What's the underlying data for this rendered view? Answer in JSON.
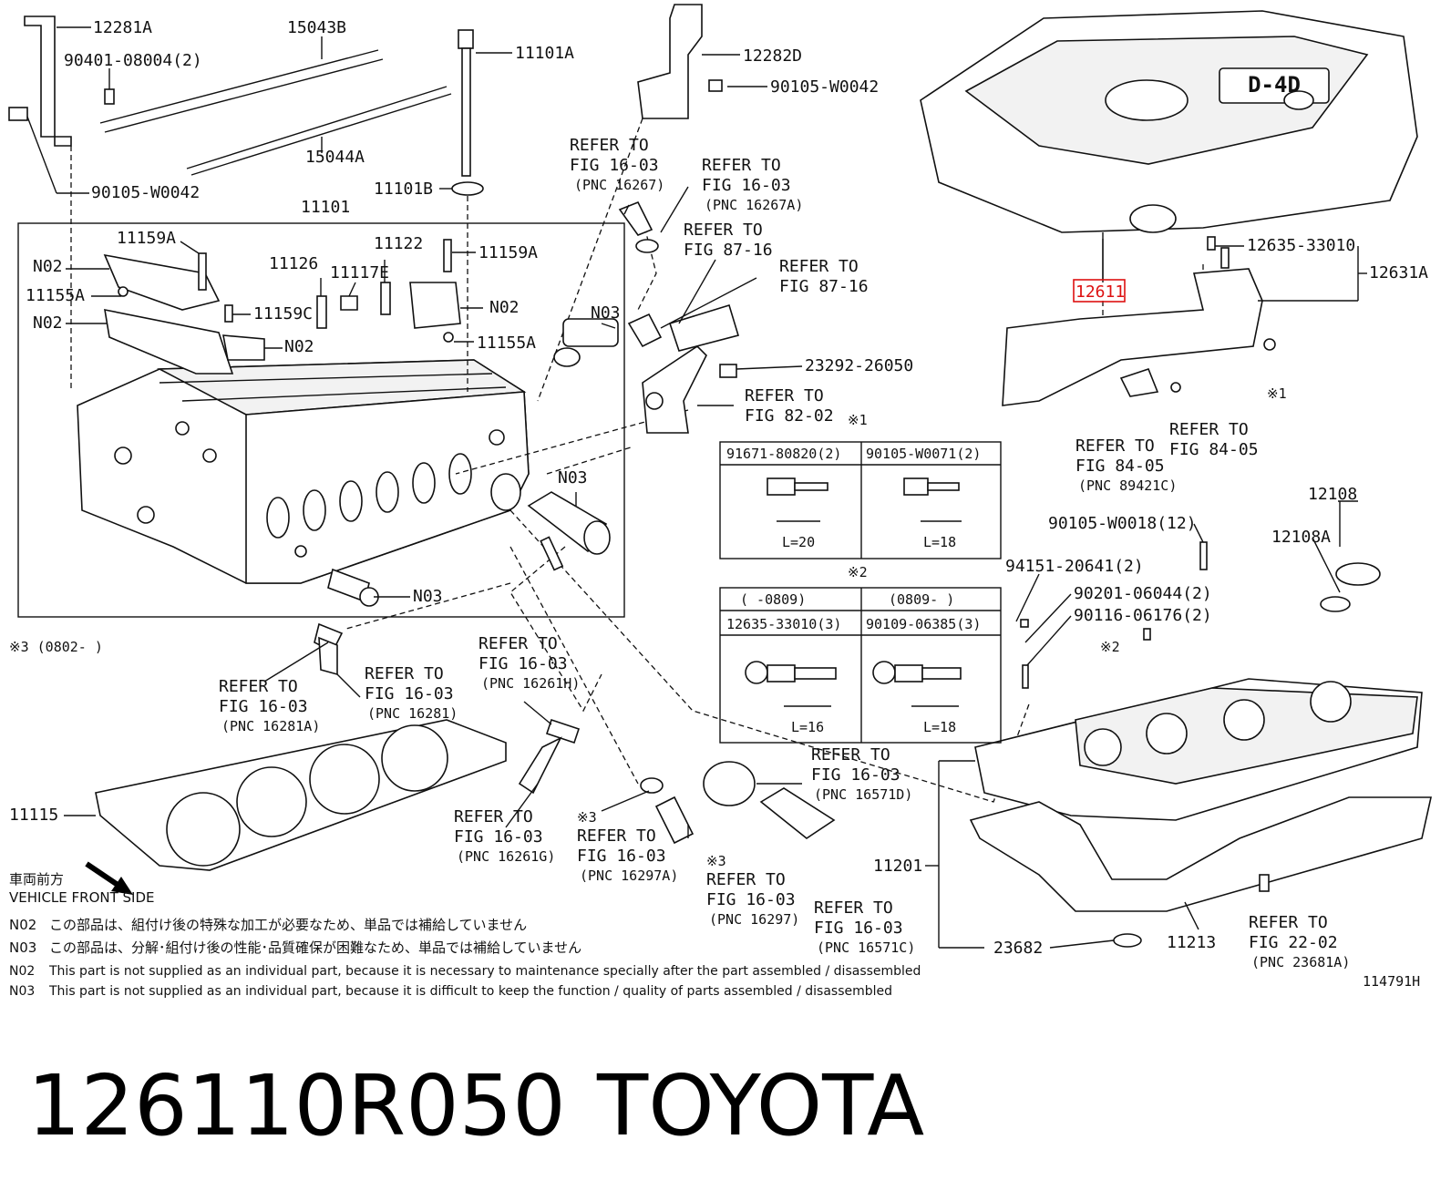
{
  "parts": {
    "p12281A": "12281A",
    "p15043B": "15043B",
    "p90401": "90401-08004(2)",
    "p11101A": "11101A",
    "p12282D": "12282D",
    "p90105_W0042_top": "90105-W0042",
    "p90105_W0042_left": "90105-W0042",
    "p15044A": "15044A",
    "p11101B": "11101B",
    "p11101": "11101",
    "p11159A_left": "11159A",
    "p11159A_right": "11159A",
    "p11122": "11122",
    "p11126": "11126",
    "p11117E": "11117E",
    "pN02_a": "N02",
    "p11155A_left": "11155A",
    "pN02_b": "N02",
    "p11159C": "11159C",
    "pN02_c": "N02",
    "pN02_d": "N02",
    "p11155A_right": "11155A",
    "pN03_a": "N03",
    "pN03_b": "N03",
    "pN03_c": "N03",
    "p23292": "23292-26050",
    "p12611": "12611",
    "p12635_top": "12635-33010",
    "p12631A": "12631A",
    "mark1_right": "※1",
    "p12108": "12108",
    "p12108A": "12108A",
    "p90105_W0018": "90105-W0018(12)",
    "p94151": "94151-20641(2)",
    "p90201": "90201-06044(2)",
    "p90116": "90116-06176(2)",
    "mark2_right": "※2",
    "p11201": "11201",
    "p23682": "23682",
    "p11213": "11213",
    "p11115": "11115",
    "diagram_id": "114791H"
  },
  "refs": {
    "r16267": [
      "REFER TO",
      "FIG 16-03",
      "(PNC 16267)"
    ],
    "r16267A": [
      "REFER TO",
      "FIG 16-03",
      "(PNC 16267A)"
    ],
    "r87_16a": [
      "REFER TO",
      "FIG 87-16"
    ],
    "r87_16b": [
      "REFER TO",
      "FIG 87-16"
    ],
    "r82_02": [
      "REFER TO",
      "FIG 82-02"
    ],
    "r84_05a": [
      "REFER TO",
      "FIG 84-05",
      "(PNC 89421C)"
    ],
    "r84_05b": [
      "REFER TO",
      "FIG 84-05"
    ],
    "r16281A": [
      "REFER TO",
      "FIG 16-03",
      "(PNC 16281A)"
    ],
    "r16281": [
      "REFER TO",
      "FIG 16-03",
      "(PNC 16281)"
    ],
    "r16261H": [
      "REFER TO",
      "FIG 16-03",
      "(PNC 16261H)"
    ],
    "r16571D": [
      "REFER TO",
      "FIG 16-03",
      "(PNC 16571D)"
    ],
    "r16261G": [
      "REFER TO",
      "FIG 16-03",
      "(PNC 16261G)"
    ],
    "r16297A": [
      "REFER TO",
      "FIG 16-03",
      "(PNC 16297A)"
    ],
    "r16297": [
      "REFER TO",
      "FIG 16-03",
      "(PNC 16297)"
    ],
    "r16571C": [
      "REFER TO",
      "FIG 16-03",
      "(PNC 16571C)"
    ],
    "r22_02": [
      "REFER TO",
      "FIG 22-02",
      "(PNC 23681A)"
    ]
  },
  "marks": {
    "m3_a": "※3",
    "m3_b": "※3",
    "m3_range": "※3 (0802-      )"
  },
  "table1": {
    "mark": "※1",
    "col1_part": "91671-80820(2)",
    "col1_len": "L=20",
    "col2_part": "90105-W0071(2)",
    "col2_len": "L=18"
  },
  "table2": {
    "mark": "※2",
    "col1_range": "(     -0809)",
    "col2_range": "(0809-      )",
    "col1_part": "12635-33010(3)",
    "col1_len": "L=16",
    "col2_part": "90109-06385(3)",
    "col2_len": "L=18"
  },
  "front": {
    "jp": "車両前方",
    "en": "VEHICLE FRONT SIDE"
  },
  "notes": [
    {
      "code": "N02",
      "text": "この部品は、組付け後の特殊な加工が必要なため、単品では補給していません"
    },
    {
      "code": "N03",
      "text": "この部品は、分解･組付け後の性能･品質確保が困難なため、単品では補給していません"
    },
    {
      "code": "N02",
      "text": "This part is not supplied as an individual part, because it is necessary to maintenance specially after the part assembled / disassembled"
    },
    {
      "code": "N03",
      "text": "This part is not supplied as an individual part, because it is difficult to keep the function / quality of parts  assembled / disassembled"
    }
  ],
  "caption": {
    "part_number": "126110R050",
    "brand": "TOYOTA"
  },
  "cover_logo": "D-4D",
  "colors": {
    "highlight": "#d11111",
    "line": "#111111"
  }
}
